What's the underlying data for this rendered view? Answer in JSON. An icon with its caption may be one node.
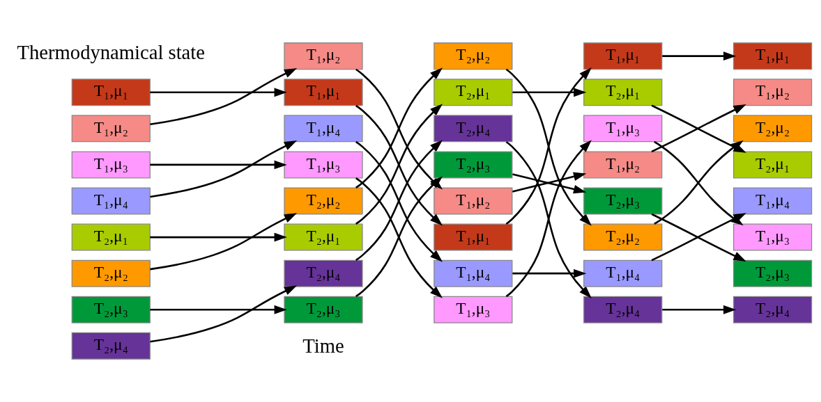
{
  "diagram": {
    "nodes": [
      {
        "text": [
          "T₁,μ₁"
        ]
      },
      {
        "text": [
          "T₁,μ₂"
        ]
      },
      {
        "text": [
          "T₁,μ₃"
        ]
      },
      {
        "text": [
          "T₁,μ₄"
        ]
      },
      {
        "text": [
          "T₂,μ₁"
        ]
      },
      {
        "text": [
          "T₂,μ₂"
        ]
      },
      {
        "text": [
          "T₂,μ₃"
        ]
      },
      {
        "text": [
          "T₂,μ₄"
        ]
      },
      {
        "text": [
          "T₁,μ₂"
        ]
      },
      {
        "text": [
          "T₁,μ₁"
        ]
      },
      {
        "text": [
          "T₁,μ₄"
        ]
      },
      {
        "text": [
          "T₁,μ₃"
        ]
      },
      {
        "text": [
          "T₂,μ₂"
        ]
      },
      {
        "text": [
          "T₂,μ₁"
        ]
      },
      {
        "text": [
          "T₂,μ₄"
        ]
      },
      {
        "text": [
          "T₂,μ₃"
        ]
      },
      {
        "text": [
          "T₂,μ₂"
        ]
      },
      {
        "text": [
          "T₂,μ₁"
        ]
      },
      {
        "text": [
          "T₂,μ₄"
        ]
      },
      {
        "text": [
          "T₂,μ₃"
        ]
      },
      {
        "text": [
          "T₁,μ₂"
        ]
      },
      {
        "text": [
          "T₁,μ₁"
        ]
      },
      {
        "text": [
          "T₁,μ₄"
        ]
      },
      {
        "text": [
          "T₁,μ₃"
        ]
      },
      {
        "text": [
          "T₁,μ₁"
        ]
      },
      {
        "text": [
          "T₂,μ₁"
        ]
      },
      {
        "text": [
          "T₁,μ₃"
        ]
      },
      {
        "text": [
          "T₁,μ₂"
        ]
      },
      {
        "text": [
          "T₂,μ₃"
        ]
      },
      {
        "text": [
          "T₂,μ₂"
        ]
      },
      {
        "text": [
          "T₁,μ₄"
        ]
      },
      {
        "text": [
          "T₂,μ₄"
        ]
      },
      {
        "text": [
          "T₁,μ₁"
        ]
      },
      {
        "text": [
          "T₁,μ₂"
        ]
      },
      {
        "text": [
          "T₂,μ₂"
        ]
      },
      {
        "text": [
          "T₂,μ₁"
        ]
      },
      {
        "text": [
          "T₁,μ₄"
        ]
      },
      {
        "text": [
          "T₁,μ₃"
        ]
      },
      {
        "text": [
          "T₂,μ₃"
        ]
      },
      {
        "text": [
          "T₂,μ₄"
        ]
      }
    ],
    "edges": [
      {
        "from": 0,
        "to": 9,
        "arrow": "to"
      },
      {
        "from": 1,
        "to": 8,
        "arrow": "to"
      },
      {
        "from": 2,
        "to": 11,
        "arrow": "to"
      },
      {
        "from": 3,
        "to": 10,
        "arrow": "to"
      },
      {
        "from": 4,
        "to": 13,
        "arrow": "to"
      },
      {
        "from": 5,
        "to": 12,
        "arrow": "to"
      },
      {
        "from": 6,
        "to": 15,
        "arrow": "to"
      },
      {
        "from": 7,
        "to": 14,
        "arrow": "to"
      },
      {
        "from": 8,
        "to": 20,
        "arrow": "to"
      },
      {
        "from": 9,
        "to": 21,
        "arrow": "to"
      },
      {
        "from": 10,
        "to": 22,
        "arrow": "to"
      },
      {
        "from": 11,
        "to": 23,
        "arrow": "to"
      },
      {
        "from": 12,
        "to": 16,
        "arrow": "to"
      },
      {
        "from": 13,
        "to": 17,
        "arrow": "to"
      },
      {
        "from": 14,
        "to": 18,
        "arrow": "to"
      },
      {
        "from": 15,
        "to": 19,
        "arrow": "to"
      },
      {
        "from": 16,
        "to": 29,
        "arrow": "to"
      },
      {
        "from": 17,
        "to": 25,
        "arrow": "to"
      },
      {
        "from": 18,
        "to": 31,
        "arrow": "to"
      },
      {
        "from": 19,
        "to": 28,
        "arrow": "to"
      },
      {
        "from": 20,
        "to": 27,
        "arrow": "to"
      },
      {
        "from": 21,
        "to": 24,
        "arrow": "to"
      },
      {
        "from": 22,
        "to": 30,
        "arrow": "to"
      },
      {
        "from": 23,
        "to": 26,
        "arrow": "to"
      },
      {
        "from": 24,
        "to": 32,
        "arrow": "to"
      },
      {
        "from": 25,
        "to": 35,
        "arrow": "to"
      },
      {
        "from": 26,
        "to": 37,
        "arrow": "to"
      },
      {
        "from": 27,
        "to": 33,
        "arrow": "to"
      },
      {
        "from": 28,
        "to": 38,
        "arrow": "to"
      },
      {
        "from": 29,
        "to": 34,
        "arrow": "to"
      },
      {
        "from": 30,
        "to": 36,
        "arrow": "to"
      },
      {
        "from": 31,
        "to": 39,
        "arrow": "to"
      }
    ],
    "labels": [
      "Thermodynamical state",
      "Time"
    ]
  }
}
